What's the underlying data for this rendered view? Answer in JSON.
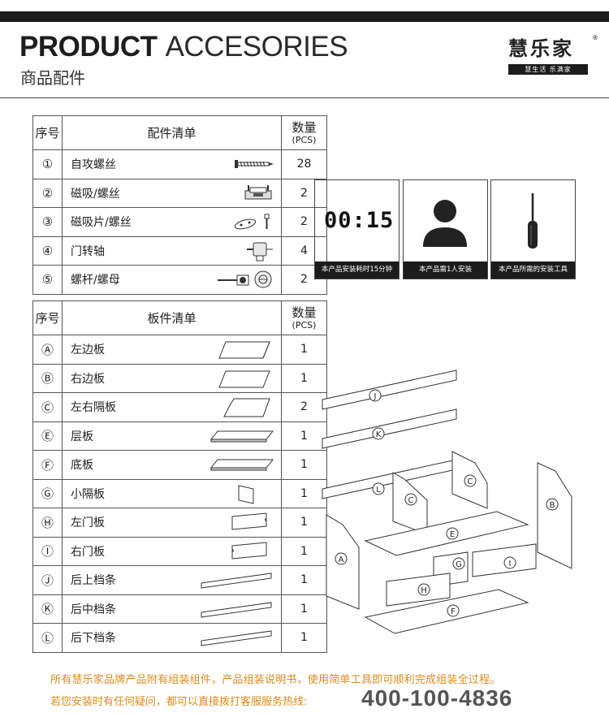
{
  "header": {
    "title_bold": "PRODUCT",
    "title_normal": "ACCESORIES",
    "title_cn": "商品配件",
    "brand_name": "慧乐家",
    "brand_reg": "®",
    "brand_tagline": "慧生活 乐满家"
  },
  "accessory_table": {
    "col_index": "序号",
    "col_name": "配件清单",
    "col_qty": "数量",
    "col_qty_unit": "(PCS)",
    "rows": [
      {
        "idx": "①",
        "name": "自攻螺丝",
        "qty": "28",
        "icon": "screw-icon"
      },
      {
        "idx": "②",
        "name": "磁吸/螺丝",
        "qty": "2",
        "icon": "magnet-catch-icon"
      },
      {
        "idx": "③",
        "name": "磁吸片/螺丝",
        "qty": "2",
        "icon": "magnet-plate-icon"
      },
      {
        "idx": "④",
        "name": "门转轴",
        "qty": "4",
        "icon": "door-hinge-pin-icon"
      },
      {
        "idx": "⑤",
        "name": "螺杆/螺母",
        "qty": "2",
        "icon": "cam-bolt-nut-icon"
      }
    ]
  },
  "board_table": {
    "col_index": "序号",
    "col_name": "板件清单",
    "col_qty": "数量",
    "col_qty_unit": "(PCS)",
    "rows": [
      {
        "idx": "Ⓐ",
        "name": "左边板",
        "qty": "1",
        "icon": "left-panel-icon"
      },
      {
        "idx": "Ⓑ",
        "name": "右边板",
        "qty": "1",
        "icon": "right-panel-icon"
      },
      {
        "idx": "Ⓒ",
        "name": "左右隔板",
        "qty": "2",
        "icon": "divider-panel-icon"
      },
      {
        "idx": "Ⓔ",
        "name": "层板",
        "qty": "1",
        "icon": "shelf-board-icon"
      },
      {
        "idx": "Ⓕ",
        "name": "底板",
        "qty": "1",
        "icon": "bottom-board-icon"
      },
      {
        "idx": "Ⓖ",
        "name": "小隔板",
        "qty": "1",
        "icon": "small-divider-icon"
      },
      {
        "idx": "Ⓗ",
        "name": "左门板",
        "qty": "1",
        "icon": "left-door-icon"
      },
      {
        "idx": "Ⓘ",
        "name": "右门板",
        "qty": "1",
        "icon": "right-door-icon"
      },
      {
        "idx": "Ⓙ",
        "name": "后上档条",
        "qty": "1",
        "icon": "rail-icon"
      },
      {
        "idx": "Ⓚ",
        "name": "后中档条",
        "qty": "1",
        "icon": "rail-icon"
      },
      {
        "idx": "Ⓛ",
        "name": "后下档条",
        "qty": "1",
        "icon": "rail-icon"
      }
    ]
  },
  "info_cards": [
    {
      "display": "00:15",
      "caption": "本产品安装耗时15分钟",
      "icon": "clock-display-icon"
    },
    {
      "caption": "本产品需1人安装",
      "icon": "person-icon"
    },
    {
      "caption": "本产品所需的安装工具",
      "icon": "screwdriver-icon"
    }
  ],
  "diagram_labels": {
    "J": "J",
    "K": "K",
    "L": "L",
    "A": "A",
    "B": "B",
    "C": "C",
    "E": "E",
    "F": "F",
    "G": "G",
    "H": "H",
    "I": "I"
  },
  "footer": {
    "line1": "所有慧乐家品牌产品附有组装组件，产品组装说明书，使用简单工具即可顺利完成组装全过程。",
    "line2": "若您安装时有任何疑问，都可以直接拨打客服服务热线:",
    "phone": "400-100-4836"
  },
  "colors": {
    "accent": "#e08a1a",
    "dark": "#1c1c1c"
  }
}
